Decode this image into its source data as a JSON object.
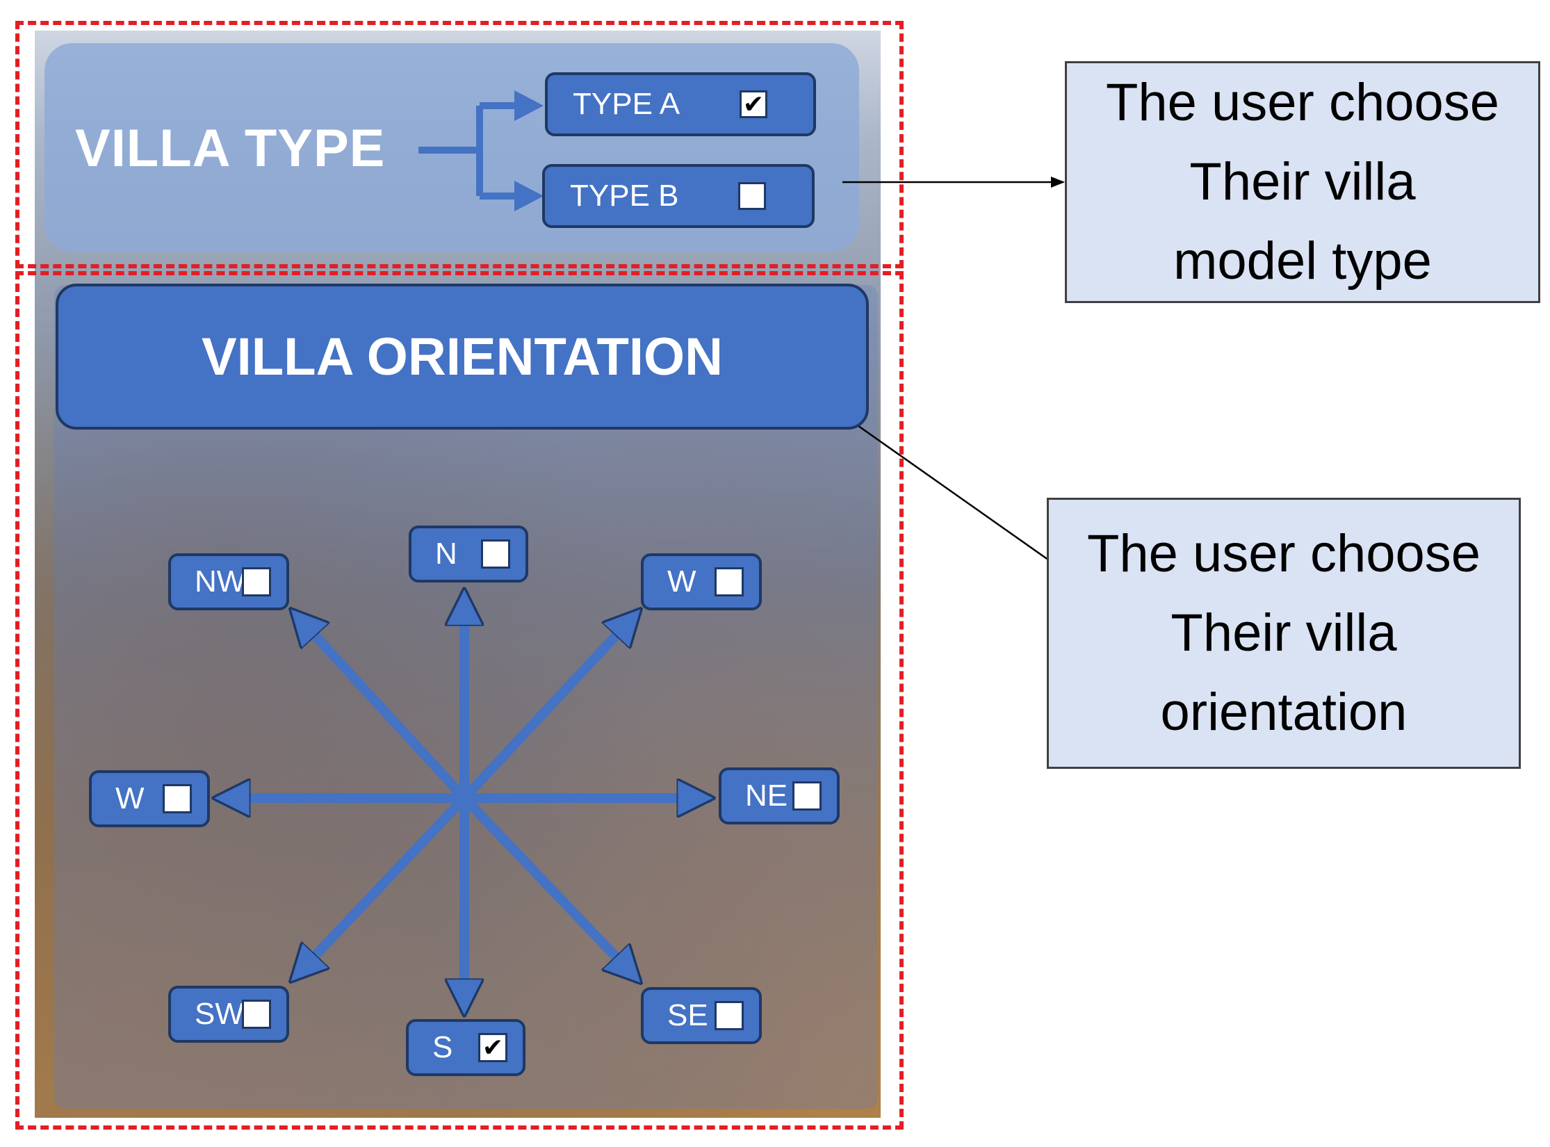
{
  "villa_type": {
    "title": "VILLA TYPE",
    "options": [
      {
        "label": "TYPE A",
        "checked": true
      },
      {
        "label": "TYPE B",
        "checked": false
      }
    ]
  },
  "villa_orientation": {
    "title": "VILLA ORIENTATION",
    "directions": {
      "n": {
        "label": "N",
        "checked": false
      },
      "nw": {
        "label": "NW",
        "checked": false
      },
      "ne_top": {
        "label": "W",
        "checked": false
      },
      "w": {
        "label": "W",
        "checked": false
      },
      "ne": {
        "label": "NE",
        "checked": false
      },
      "sw": {
        "label": "SW",
        "checked": false
      },
      "s": {
        "label": "S",
        "checked": true
      },
      "se": {
        "label": "SE",
        "checked": false
      }
    }
  },
  "callouts": {
    "type_lines": [
      "The user choose",
      "Their villa",
      "model type"
    ],
    "orient_lines": [
      "The user choose",
      "Their villa",
      "orientation"
    ]
  },
  "colors": {
    "accent_blue": "#4472c4",
    "dark_border": "#1f3864",
    "frame_red": "#e31e24",
    "callout_fill": "#dae3f3"
  },
  "icons": {
    "checked": "checkmark-icon"
  }
}
